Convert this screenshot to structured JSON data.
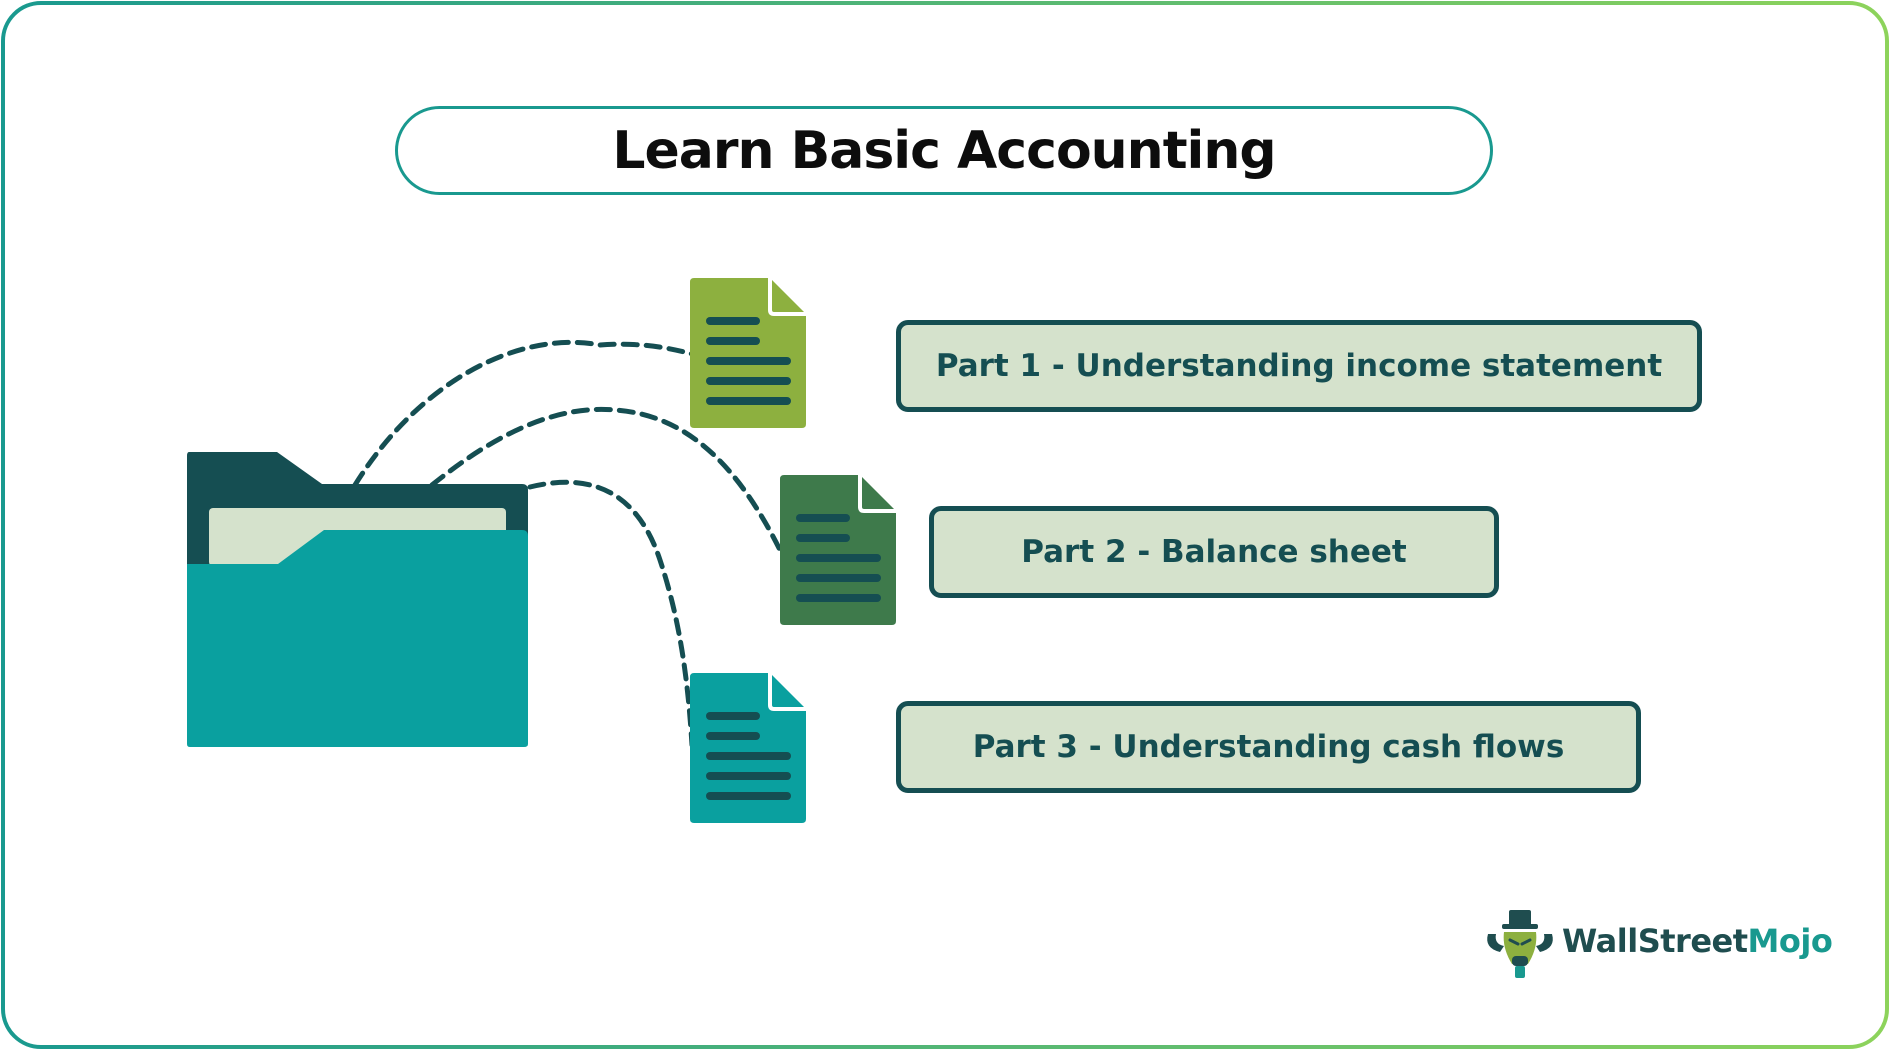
{
  "title": "Learn Basic Accounting",
  "parts": [
    {
      "label": "Part 1 - Understanding income statement",
      "doc_color": "#8db03f"
    },
    {
      "label": "Part 2 - Balance sheet",
      "doc_color": "#3e7a4b"
    },
    {
      "label": "Part 3 - Understanding cash flows",
      "doc_color": "#0aa09f"
    }
  ],
  "folder": {
    "back_color": "#154e52",
    "front_color": "#0aa09f",
    "paper_color": "#d5e2cc"
  },
  "connector_color": "#154e52",
  "brand": {
    "name_part1": "WallStreet",
    "name_part2": "Mojo",
    "colors": {
      "dark": "#1f4d4f",
      "teal": "#19998f",
      "green": "#8db03f"
    }
  },
  "frame_gradient": [
    "#19998f",
    "#8dd35b"
  ]
}
